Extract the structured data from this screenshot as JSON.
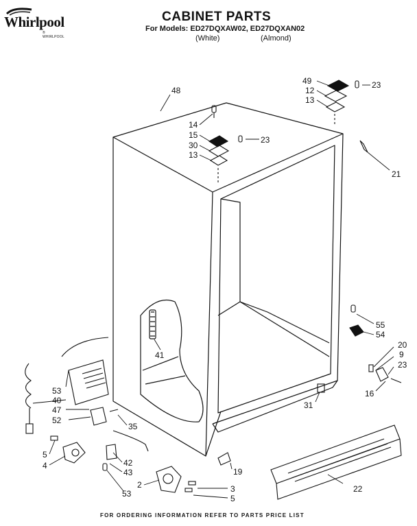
{
  "brand": {
    "name": "Whirlpool",
    "tagline": "® WHIRLPOOL"
  },
  "header": {
    "title": "CABINET PARTS",
    "models_line": "For Models: ED27DQXAW02, ED27DQXAN02",
    "model_white": "(White)",
    "model_almond": "(Almond)"
  },
  "callouts": {
    "c48": "48",
    "c49": "49",
    "c12": "12",
    "c13a": "13",
    "c23a": "23",
    "c14": "14",
    "c15": "15",
    "c30": "30",
    "c13b": "13",
    "c23b": "23",
    "c21": "21",
    "c41": "41",
    "c55": "55",
    "c54": "54",
    "c20": "20",
    "c9": "9",
    "c23c": "23",
    "c16": "16",
    "c31": "31",
    "c53a": "53",
    "c40": "40",
    "c47": "47",
    "c52": "52",
    "c35": "35",
    "c5a": "5",
    "c4": "4",
    "c42": "42",
    "c43": "43",
    "c2": "2",
    "c53b": "53",
    "c3": "3",
    "c5b": "5",
    "c19": "19",
    "c22": "22"
  },
  "footer": "FOR ORDERING INFORMATION REFER TO PARTS PRICE LIST"
}
